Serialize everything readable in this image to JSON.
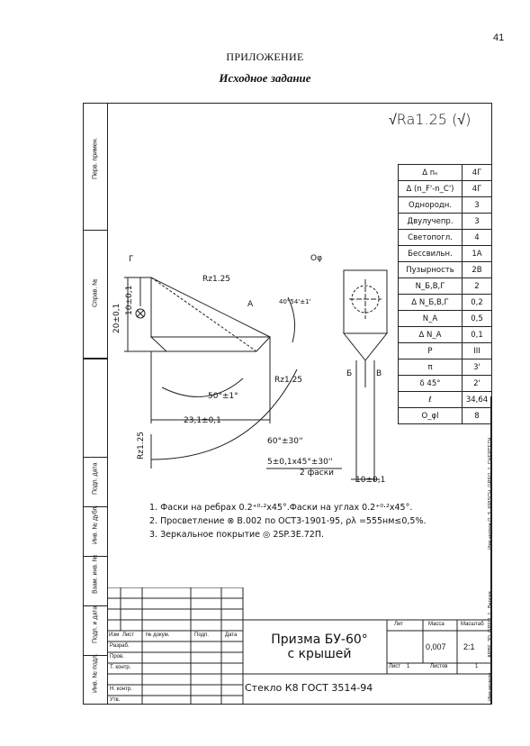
{
  "page": {
    "number": "41",
    "heading": "ПРИЛОЖЕНИЕ",
    "subheading": "Исходное задание"
  },
  "side_labels": [
    "Перв. примен.",
    "Справ. №",
    "Подп. дата",
    "Инв. № дубл.",
    "Взам. инв. №",
    "Подп. и дата",
    "Инв. № подл."
  ],
  "right_strip": [
    "Изм чертеж.О_S_KRISCH_GREO_1_CHERTEZH",
    "Версия",
    "ARBE_3D_GREO_1",
    "Имя модели"
  ],
  "drawing": {
    "roughness": "√Ra1.25 (√)",
    "labels": {
      "g": "Г",
      "a": "A",
      "o": "Оφ",
      "b": "Б",
      "v": "В",
      "rz_top": "Rz1.25",
      "rz_mid": "Rz1.25",
      "rz_side": "Rz1.25",
      "dim_10": "10±0,1",
      "dim_20": "20±0,1",
      "angle_50": "50°±1°",
      "dim_23": "23,1±0,1",
      "angle_60": "60°±30''",
      "angle_40": "40°54'±1'",
      "chamfer": "5±0,1x45°±30''",
      "chamfer2": "2 фаски",
      "dim_10b": "10±0,1"
    }
  },
  "spec_table": [
    {
      "k": "Δ nₑ",
      "v": "4Г"
    },
    {
      "k": "Δ (n_F'-n_C')",
      "v": "4Г"
    },
    {
      "k": "Однородн.",
      "v": "3"
    },
    {
      "k": "Двулучепр.",
      "v": "3"
    },
    {
      "k": "Светопогл.",
      "v": "4"
    },
    {
      "k": "Бессвильн.",
      "v": "1А"
    },
    {
      "k": "Пузырность",
      "v": "2В"
    },
    {
      "k": "N_Б,В,Г",
      "v": "2"
    },
    {
      "k": "Δ N_Б,В,Г",
      "v": "0,2"
    },
    {
      "k": "N_A",
      "v": "0,5"
    },
    {
      "k": "Δ N_A",
      "v": "0,1"
    },
    {
      "k": "P",
      "v": "III"
    },
    {
      "k": "π",
      "v": "3'"
    },
    {
      "k": "δ 45°",
      "v": "2'"
    },
    {
      "k": "ℓ",
      "v": "34,64"
    },
    {
      "k": "O_φl",
      "v": "8"
    }
  ],
  "notes": [
    "1. Фаски на ребрах 0.2⁺⁰·²x45°.Фаски на углах 0.2⁺⁰·²x45°.",
    "2. Просветление ⊗ В.002 по ОСТ3-1901-95, ρλ =555нм≤0,5%.",
    "3. Зеркальное покрытие ◎ 2SP.3E.72П."
  ],
  "title_block": {
    "headers": [
      "Изм",
      "Лист",
      "№ докум.",
      "Подп.",
      "Дата"
    ],
    "rows": [
      "Разраб.",
      "Пров.",
      "Т. контр.",
      "Н. контр.",
      "Утв."
    ],
    "title_line1": "Призма БУ-60°",
    "title_line2": "с крышей",
    "material": "Стекло К8 ГОСТ 3514-94",
    "lit_label": "Лит",
    "mass_label": "Масса",
    "scale_label": "Масштаб",
    "mass": "0,007",
    "scale": "2:1",
    "sheet_label": "Лист",
    "sheet_value": "1",
    "sheets_label": "Листов",
    "sheets_value": "1"
  }
}
